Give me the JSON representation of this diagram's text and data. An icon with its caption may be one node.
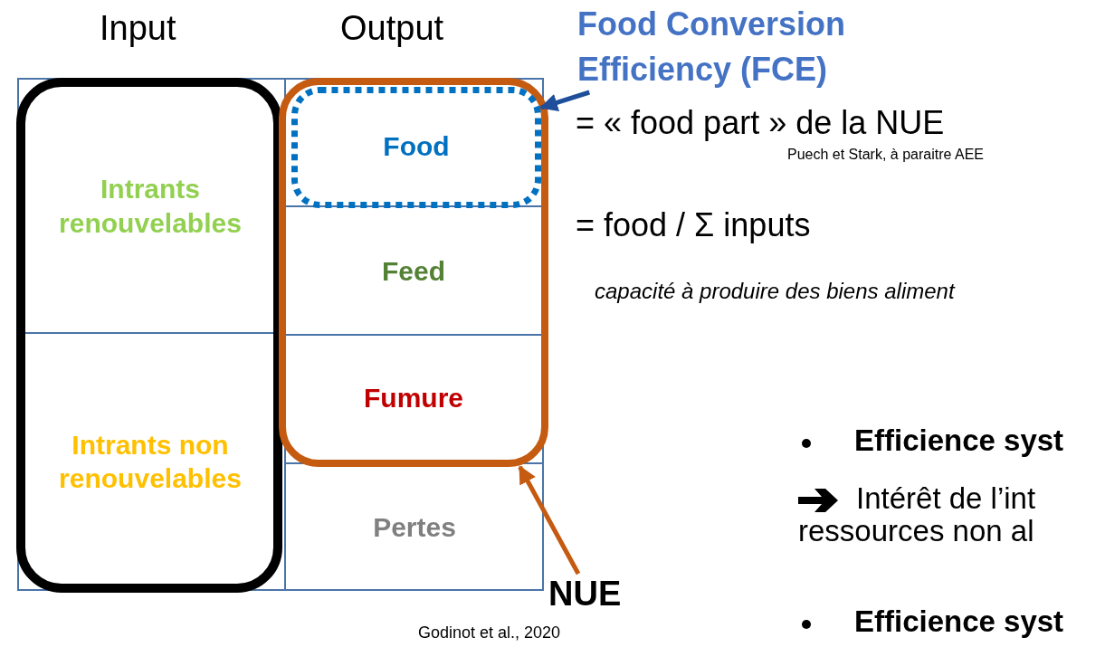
{
  "diagram": {
    "nodes": [
      {
        "text": [],
        "shape": "box"
      },
      {
        "text": [
          "Intrants renouvelables"
        ],
        "in": 0
      },
      {
        "text": [
          "Intrants non renouvelables"
        ],
        "in": 0
      },
      {
        "text": [],
        "shape": "box"
      },
      {
        "text": [],
        "shape": "box",
        "in": 3
      },
      {
        "text": [
          "Food"
        ],
        "in": 4
      },
      {
        "text": [
          "Feed"
        ],
        "in": 3
      },
      {
        "text": [
          "Fumure"
        ],
        "in": 3
      },
      {
        "text": [
          "Pertes"
        ]
      },
      {
        "text": [
          "Food Conversion Efficiency (FCE)"
        ]
      },
      {
        "text": [
          "NUE"
        ]
      }
    ],
    "edges": [
      {
        "from": 9,
        "to": 4,
        "arrow": "to",
        "color": "#1f4e9a"
      },
      {
        "from": 10,
        "to": 3,
        "arrow": "to",
        "color": "#c55a11"
      }
    ],
    "labels": [
      "Input",
      "Output",
      "= « food part » de la NUE",
      "Puech et Stark, à paraitre AEE",
      "= food / Σ inputs",
      "capacité à produire des biens aliment",
      "Godinot et al., 2020",
      "Efficience syst",
      "Intérêt de l’int",
      "ressources non al",
      "Efficience syst"
    ]
  }
}
